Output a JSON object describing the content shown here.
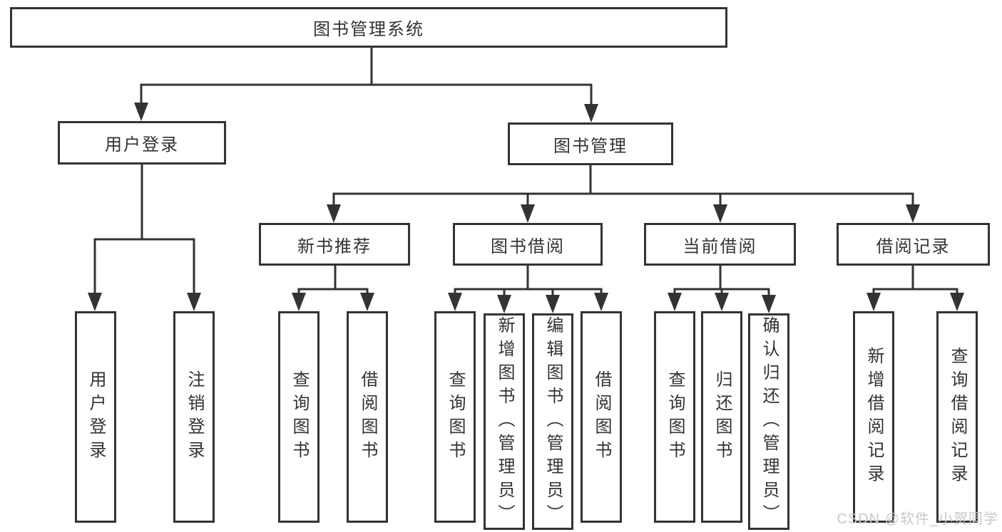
{
  "colors": {
    "line": "#333333",
    "text": "#333333",
    "box_background": "#ffffff",
    "watermark": "#c9c9c9",
    "background": "#ffffff"
  },
  "diagram": {
    "title": {
      "label": "图书管理系统"
    },
    "branches": {
      "user_login": {
        "label": "用户登录",
        "children": [
          {
            "label": "用户登录"
          },
          {
            "label": "注销登录"
          }
        ]
      },
      "book_management": {
        "label": "图书管理",
        "groups": [
          {
            "label": "新书推荐",
            "children": [
              {
                "label": "查询图书"
              },
              {
                "label": "借阅图书"
              }
            ]
          },
          {
            "label": "图书借阅",
            "children": [
              {
                "label": "查询图书"
              },
              {
                "label": "新增图书（管理员）"
              },
              {
                "label": "编辑图书（管理员）"
              },
              {
                "label": "借阅图书"
              }
            ]
          },
          {
            "label": "当前借阅",
            "children": [
              {
                "label": "查询图书"
              },
              {
                "label": "归还图书"
              },
              {
                "label": "确认归还（管理员）"
              }
            ]
          },
          {
            "label": "借阅记录",
            "children": [
              {
                "label": "新增借阅记录"
              },
              {
                "label": "查询借阅记录"
              }
            ]
          }
        ]
      }
    }
  },
  "watermark": {
    "text": "CSDN @软件_小贺同学"
  }
}
